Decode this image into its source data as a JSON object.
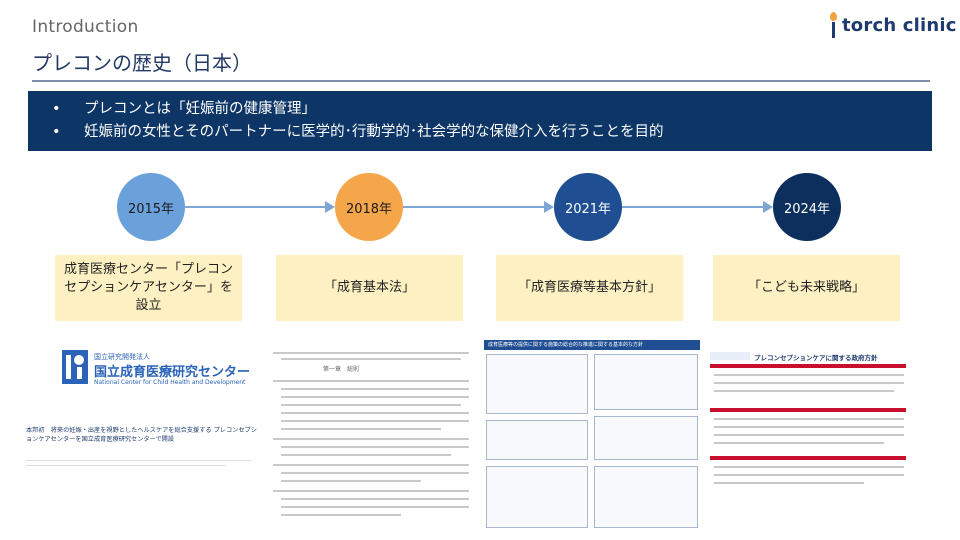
{
  "header": {
    "section": "Introduction",
    "title": "プレコンの歴史（日本）",
    "logo_text": "torch clinic"
  },
  "banner": {
    "bullets": [
      "プレコンとは「妊娠前の健康管理」",
      "妊娠前の女性とそのパートナーに医学的･行動学的･社会学的な保健介入を行うことを目的"
    ]
  },
  "timeline": [
    {
      "year": "2015年",
      "label": "成育医療センター「プレコンセプションケアセンター」を設立"
    },
    {
      "year": "2018年",
      "label": "「成育基本法」"
    },
    {
      "year": "2021年",
      "label": "「成育医療等基本方針」"
    },
    {
      "year": "2024年",
      "label": "「こども未来戦略」"
    }
  ],
  "documents": {
    "doc1_org_jp": "国立研究開発法人",
    "doc1_org_name": "国立成育医療研究センター",
    "doc1_org_en": "National Center for Child Health and Development",
    "doc1_headline": "本邦初　将来の妊娠・出産を視野としたヘルスケアを総合支援する プレコンセプションケアセンターを国立成育医療研究センターで開設",
    "doc2_law_title": "第一章　総則",
    "doc3_header": "成育医療等の提供に関する施策の総合的な推進に関する基本的な方針",
    "doc4_title": "プレコンセプションケアに関する政府方針"
  },
  "colors": {
    "banner": "#0d3566",
    "circle_2015": "#6aa1db",
    "circle_2018": "#f5a64a",
    "circle_2021": "#1f4f92",
    "circle_2024": "#0c2f5d",
    "card": "#fdf1c4"
  }
}
